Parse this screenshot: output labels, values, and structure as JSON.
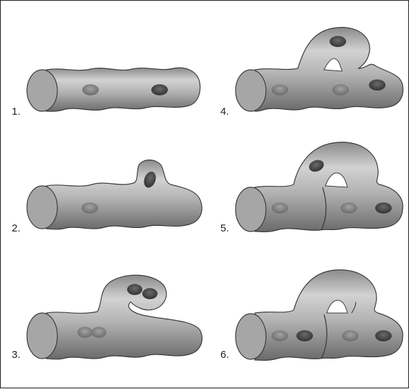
{
  "figure": {
    "steps": [
      {
        "label": "1."
      },
      {
        "label": "2."
      },
      {
        "label": "3."
      },
      {
        "label": "4."
      },
      {
        "label": "5."
      },
      {
        "label": "6."
      }
    ]
  },
  "colors": {
    "tube_light": "#c9c9c9",
    "tube_mid": "#a9a9a9",
    "tube_dark": "#6e6e6e",
    "end_cap": "#a6a6a6",
    "nucleus_dark": "#454545",
    "nucleus_mid": "#8a8a8a",
    "outline": "#3a3a3a",
    "border": "#1a1a1a"
  }
}
